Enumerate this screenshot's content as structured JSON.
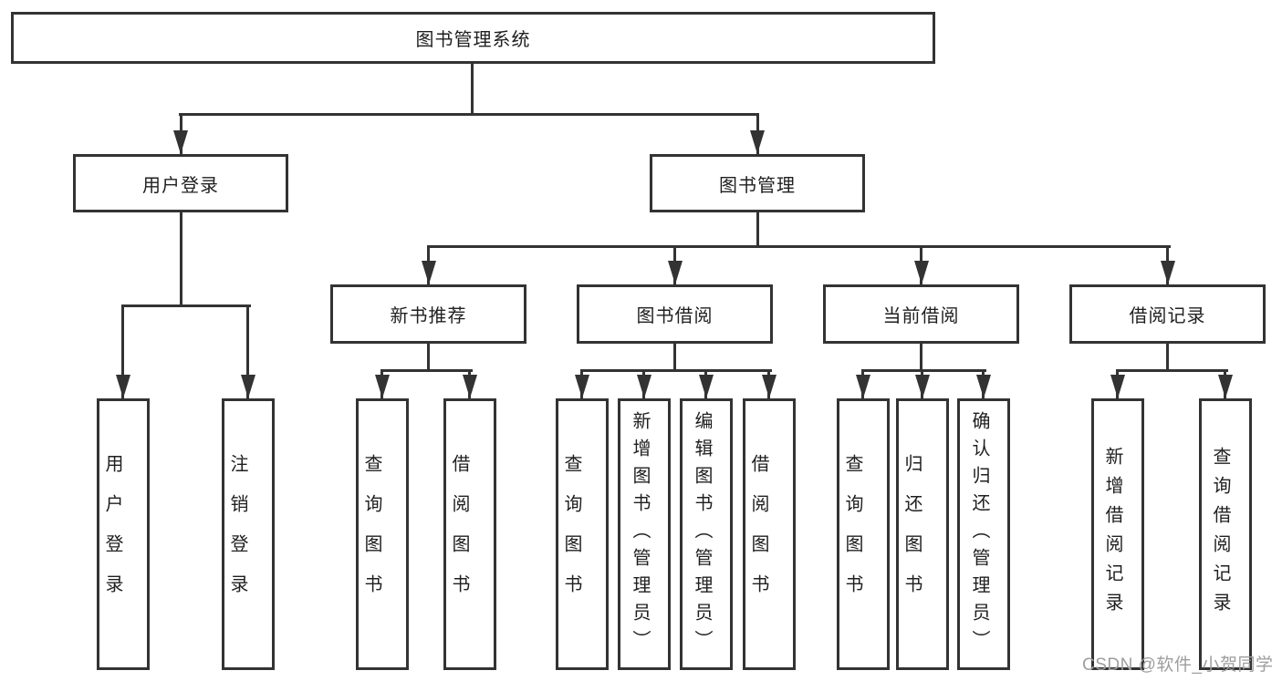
{
  "diagram": {
    "root_label": "图书管理系统",
    "user_login": {
      "label": "用户登录",
      "children": [
        {
          "label": "用户登录"
        },
        {
          "label": "注销登录"
        }
      ]
    },
    "book_mgmt": {
      "label": "图书管理",
      "sections": [
        {
          "label": "新书推荐",
          "children": [
            {
              "label": "查询图书"
            },
            {
              "label": "借阅图书"
            }
          ]
        },
        {
          "label": "图书借阅",
          "children": [
            {
              "label": "查询图书"
            },
            {
              "label": "新增图书（管理员）"
            },
            {
              "label": "编辑图书（管理员）"
            },
            {
              "label": "借阅图书"
            }
          ]
        },
        {
          "label": "当前借阅",
          "children": [
            {
              "label": "查询图书"
            },
            {
              "label": "归还图书"
            },
            {
              "label": "确认归还（管理员）"
            }
          ]
        },
        {
          "label": "借阅记录",
          "children": [
            {
              "label": "新增借阅记录"
            },
            {
              "label": "查询借阅记录"
            }
          ]
        }
      ]
    }
  },
  "watermark": {
    "text": "CSDN @软件_小贺同学"
  },
  "style": {
    "line_color": "#333333",
    "box_border_color": "#333333",
    "text_color": "#1f1f1f",
    "watermark_color": "#9e9e9e",
    "background": "#ffffff"
  }
}
